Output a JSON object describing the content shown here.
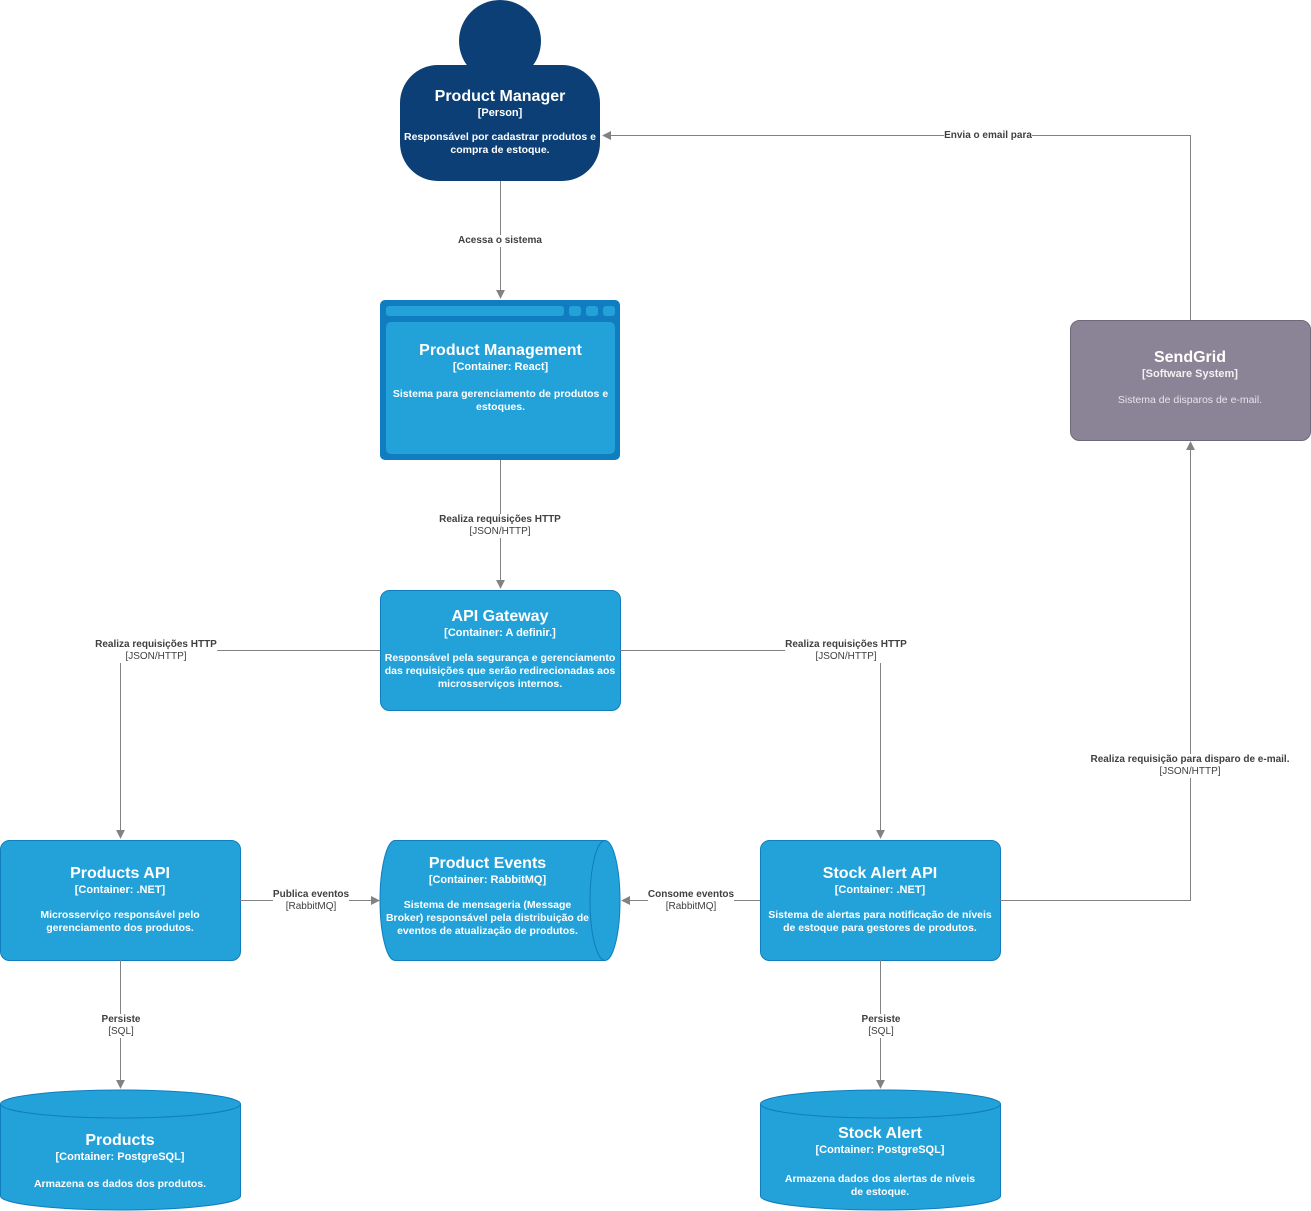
{
  "colors": {
    "person": "#0b3f76",
    "container": "#23a2d9",
    "container_border": "#0f7dbf",
    "external": "#8b8497",
    "external_border": "#6f6878",
    "edge": "#828282",
    "label_text": "#404040"
  },
  "nodes": {
    "product_manager": {
      "title": "Product Manager",
      "type": "[Person]",
      "desc": "Responsável por cadastrar produtos e compra de estoque."
    },
    "product_management": {
      "title": "Product Management",
      "type": "[Container: React]",
      "desc": "Sistema para gerenciamento de produtos e estoques."
    },
    "api_gateway": {
      "title": "API Gateway",
      "type": "[Container: A definir.]",
      "desc": "Responsável pela segurança e gerenciamento das requisições que serão redirecionadas aos microsserviços internos."
    },
    "products_api": {
      "title": "Products API",
      "type": "[Container: .NET]",
      "desc": "Microsserviço responsável pelo gerenciamento dos produtos."
    },
    "product_events": {
      "title": "Product Events",
      "type": "[Container: RabbitMQ]",
      "desc": "Sistema de mensageria (Message Broker) responsável pela distribuição de eventos de atualização de produtos."
    },
    "stock_alert_api": {
      "title": "Stock Alert API",
      "type": "[Container: .NET]",
      "desc": "Sistema de alertas para notificação de níveis de estoque para gestores de produtos."
    },
    "sendgrid": {
      "title": "SendGrid",
      "type": "[Software System]",
      "desc": "Sistema de disparos de e-mail."
    },
    "products_db": {
      "title": "Products",
      "type": "[Container: PostgreSQL]",
      "desc": "Armazena os dados dos produtos."
    },
    "stock_alert_db": {
      "title": "Stock Alert",
      "type": "[Container: PostgreSQL]",
      "desc": "Armazena dados dos alertas de níveis de estoque."
    }
  },
  "edges": {
    "acessa": {
      "text": "Acessa o sistema",
      "tech": ""
    },
    "pm_to_gateway": {
      "text": "Realiza requisições HTTP",
      "tech": "[JSON/HTTP]"
    },
    "gateway_to_products": {
      "text": "Realiza requisições HTTP",
      "tech": "[JSON/HTTP]"
    },
    "gateway_to_stock": {
      "text": "Realiza requisições HTTP",
      "tech": "[JSON/HTTP]"
    },
    "publica": {
      "text": "Publica eventos",
      "tech": "[RabbitMQ]"
    },
    "consome": {
      "text": "Consome eventos",
      "tech": "[RabbitMQ]"
    },
    "persiste_products": {
      "text": "Persiste",
      "tech": "[SQL]"
    },
    "persiste_stock": {
      "text": "Persiste",
      "tech": "[SQL]"
    },
    "disparo": {
      "text": "Realiza requisição para disparo de e-mail.",
      "tech": "[JSON/HTTP]"
    },
    "envia": {
      "text": "Envia o email para",
      "tech": ""
    }
  }
}
